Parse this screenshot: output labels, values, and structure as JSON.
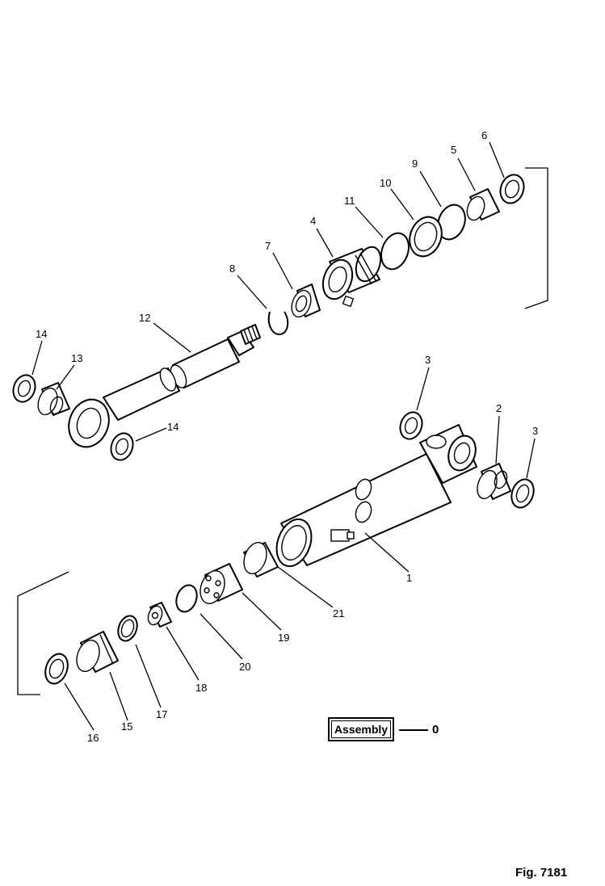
{
  "figure": {
    "caption": "Fig. 7181",
    "assembly": {
      "label": "Assembly",
      "value": "0"
    }
  },
  "callouts": {
    "c1": "1",
    "c2": "2",
    "c3a": "3",
    "c3b": "3",
    "c4": "4",
    "c5": "5",
    "c6": "6",
    "c7": "7",
    "c8": "8",
    "c9": "9",
    "c10": "10",
    "c11": "11",
    "c12": "12",
    "c13": "13",
    "c14a": "14",
    "c14b": "14",
    "c15": "15",
    "c16": "16",
    "c17": "17",
    "c18": "18",
    "c19": "19",
    "c20": "20",
    "c21": "21"
  }
}
